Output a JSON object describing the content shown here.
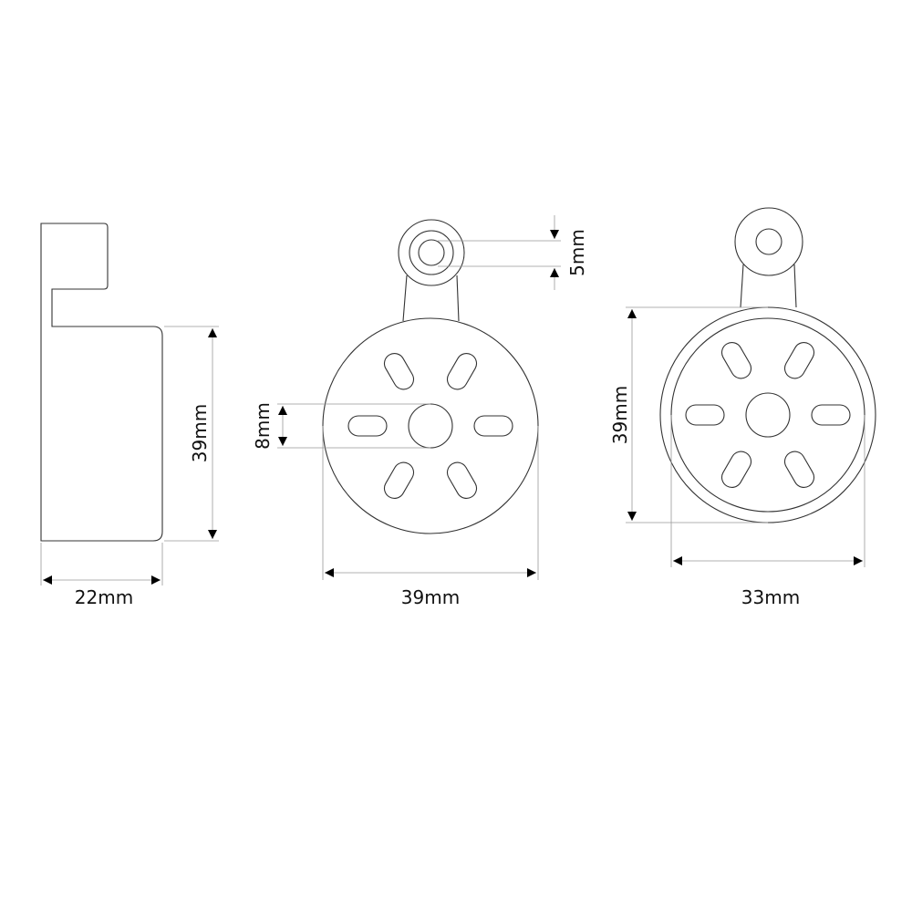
{
  "views": {
    "side": {
      "width_label": "22mm",
      "height_label": "39mm"
    },
    "front": {
      "width_label": "39mm",
      "hub_label": "8mm",
      "eye_hole_label": "5mm"
    },
    "back": {
      "height_label": "39mm",
      "width_label": "33mm"
    }
  },
  "colors": {
    "outline": "#333333",
    "dimension": "#999999",
    "text": "#111111"
  }
}
